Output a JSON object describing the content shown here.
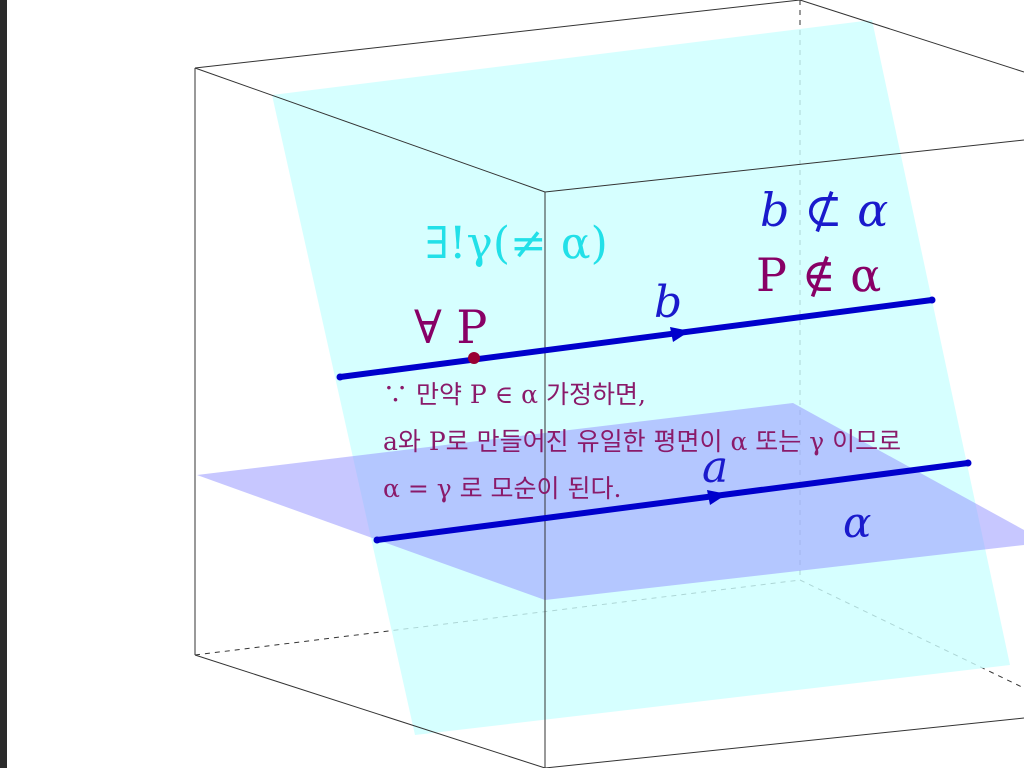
{
  "labels": {
    "gamma_unique": "∃!γ(≠ α)",
    "b_not_subset": "b ⊄ α",
    "p_not_in": "P ∉ α",
    "forall_p": "∀ P",
    "line_b": "b",
    "line_a": "a",
    "plane_alpha": "α"
  },
  "proof": {
    "line1": "∵ 만약 P ∈ α 가정하면,",
    "line2": "a와 P로 만들어진 유일한 평면이 α 또는 γ 이므로",
    "line3": "α = γ 로 모순이 된다."
  },
  "colors": {
    "plane_gamma": "#ccffff",
    "plane_alpha": "#9999ff",
    "lines": "#0000cc",
    "label_blue": "#1a1acc",
    "label_purple": "#880066",
    "label_cyan": "#22e0e8",
    "proof_text": "#8a1a6a",
    "point": "#990033"
  }
}
